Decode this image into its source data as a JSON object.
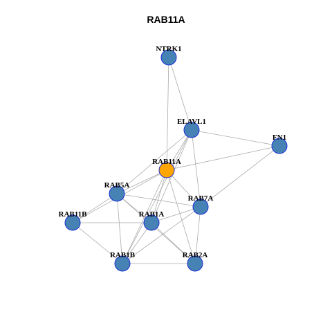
{
  "title": "RAB11A",
  "colors": {
    "node_default": "#4682B4",
    "node_focus": "#FFA500",
    "node_border": "#1A2FD6",
    "edge": "#AAAAAA"
  },
  "focus_node": "RAB11A",
  "nodes": [
    {
      "id": "NTRK1",
      "label": "NTRK1"
    },
    {
      "id": "ELAVL1",
      "label": "ELAVL1"
    },
    {
      "id": "FN1",
      "label": "FN1"
    },
    {
      "id": "RAB11A",
      "label": "RAB11A"
    },
    {
      "id": "RAB5A",
      "label": "RAB5A"
    },
    {
      "id": "RAB7A",
      "label": "RAB7A"
    },
    {
      "id": "RAB11B",
      "label": "RAB11B"
    },
    {
      "id": "RAB1A",
      "label": "RAB1A"
    },
    {
      "id": "RAB1B",
      "label": "RAB1B"
    },
    {
      "id": "RAB2A",
      "label": "RAB2A"
    }
  ],
  "edges": [
    [
      "NTRK1",
      "ELAVL1"
    ],
    [
      "NTRK1",
      "RAB11A"
    ],
    [
      "ELAVL1",
      "FN1"
    ],
    [
      "ELAVL1",
      "RAB11A"
    ],
    [
      "ELAVL1",
      "RAB5A"
    ],
    [
      "ELAVL1",
      "RAB7A"
    ],
    [
      "ELAVL1",
      "RAB1A"
    ],
    [
      "ELAVL1",
      "RAB1B"
    ],
    [
      "FN1",
      "RAB11A"
    ],
    [
      "FN1",
      "RAB7A"
    ],
    [
      "RAB11A",
      "RAB5A"
    ],
    [
      "RAB11A",
      "RAB7A"
    ],
    [
      "RAB11A",
      "RAB1A"
    ],
    [
      "RAB11A",
      "RAB1B"
    ],
    [
      "RAB11A",
      "RAB2A"
    ],
    [
      "RAB11A",
      "RAB11B"
    ],
    [
      "RAB5A",
      "RAB11B"
    ],
    [
      "RAB5A",
      "RAB1A"
    ],
    [
      "RAB5A",
      "RAB7A"
    ],
    [
      "RAB5A",
      "RAB1B"
    ],
    [
      "RAB5A",
      "RAB2A"
    ],
    [
      "RAB11B",
      "RAB1A"
    ],
    [
      "RAB11B",
      "RAB1B"
    ],
    [
      "RAB1A",
      "RAB7A"
    ],
    [
      "RAB1A",
      "RAB2A"
    ],
    [
      "RAB1A",
      "RAB1B"
    ],
    [
      "RAB7A",
      "RAB2A"
    ],
    [
      "RAB7A",
      "RAB1B"
    ],
    [
      "RAB1B",
      "RAB2A"
    ]
  ]
}
